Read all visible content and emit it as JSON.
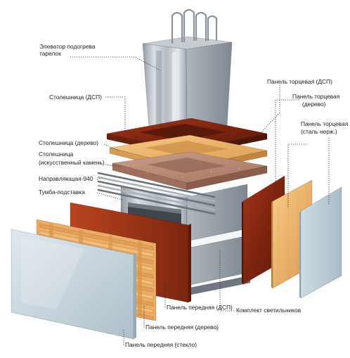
{
  "labels": {
    "plate_warmer": [
      "Элеватор подогрева",
      "тарелок"
    ],
    "countertop_chipboard": "Столешница (ДСП)",
    "countertop_wood": "Столешница (дерево)",
    "countertop_stone": [
      "Столешница",
      "(искусственный камень)"
    ],
    "guide_rail": "Направляющая-940",
    "base_cabinet": "Тумба-подставка",
    "end_panel_chipboard": "Панель торцевая (ДСП)",
    "end_panel_wood": [
      "Панель торцевая",
      "(дерево)"
    ],
    "end_panel_steel": [
      "Панель торцевая",
      "(сталь нерж.)"
    ],
    "front_panel_chipboard": "Панель передняя (ДСП)",
    "light_kit": "Комплект светильников",
    "front_panel_wood": "Панель передняя (дерево)",
    "front_panel_glass": "Панель передняя (стекло)"
  }
}
